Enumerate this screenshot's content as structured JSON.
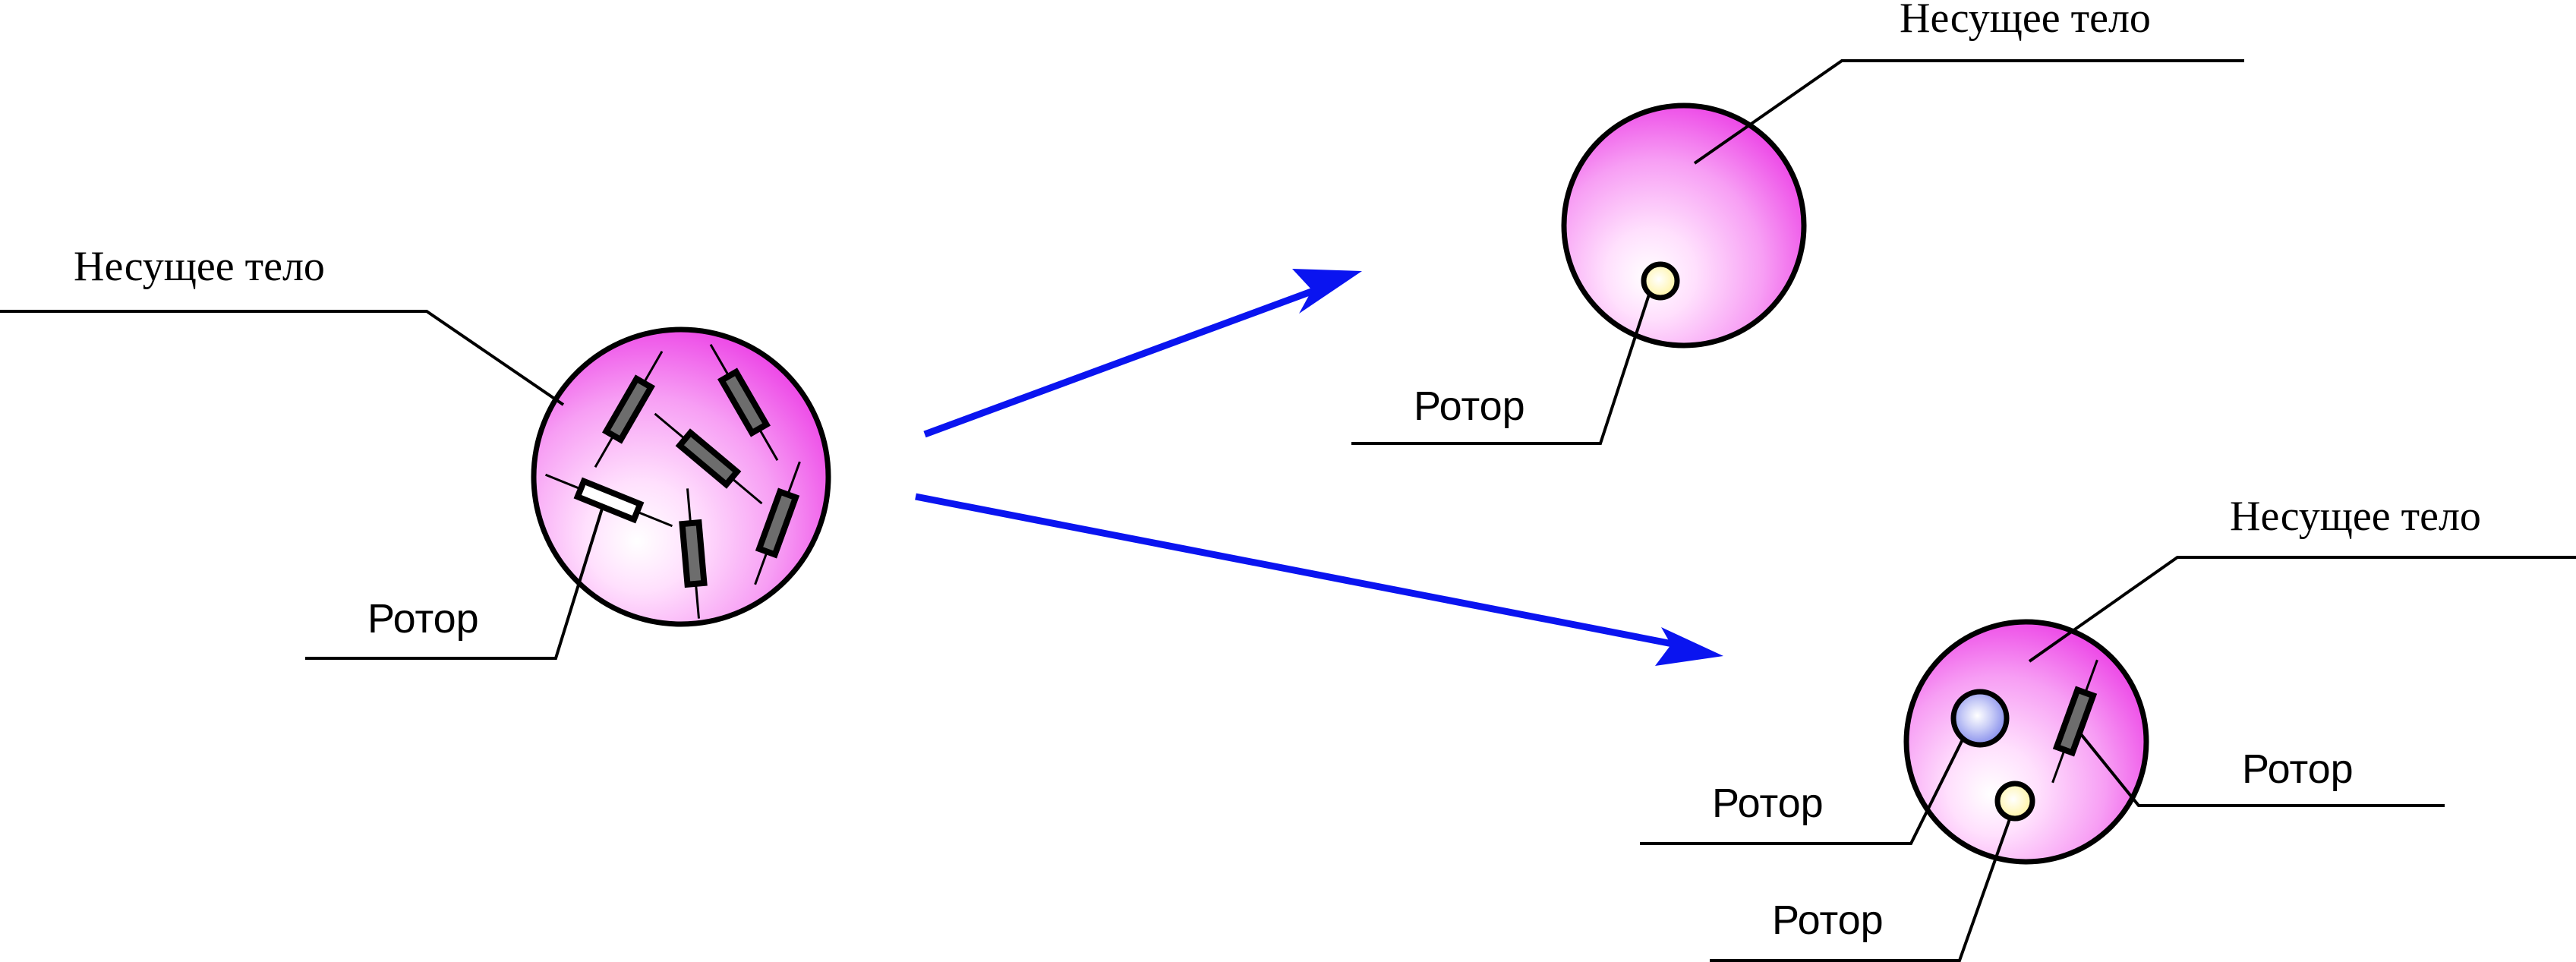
{
  "colors": {
    "carrier_light": "#ffe8ff",
    "carrier_mid": "#f79ef4",
    "carrier_dark": "#ee3fe7",
    "arrow": "#0a14f0",
    "rotor_yellow": "#fff8b0",
    "rotor_blue": "#8b93f0"
  },
  "icons": {
    "arrow": "arrow-icon",
    "carrier": "circle-body",
    "rotor_rod": "rod-rotor",
    "rotor_dot": "dot-rotor"
  },
  "labels": {
    "left_carrier": "Несущее тело",
    "left_rotor": "Ротор",
    "top_carrier": "Несущее тело",
    "top_rotor": "Ротор",
    "bottom_carrier": "Несущее тело",
    "bottom_rotor_left": "Ротор",
    "bottom_rotor_right": "Ротор",
    "bottom_rotor_lower": "Ротор"
  }
}
